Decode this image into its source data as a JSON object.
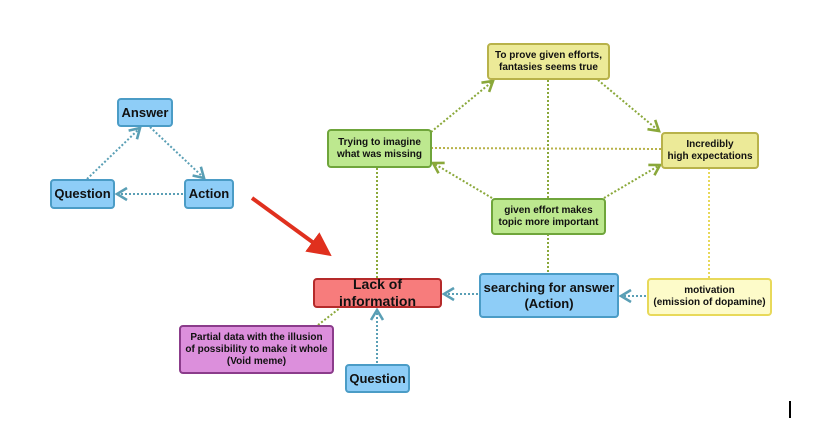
{
  "nodes": {
    "answer": "Answer",
    "question_left": "Question",
    "action": "Action",
    "trying": "Trying to imagine\nwhat was missing",
    "to_prove": "To prove given efforts,\nfantasies seems true",
    "incredibly": "Incredibly\nhigh expectations",
    "given_effort": "given effort makes\ntopic more important",
    "lack": "Lack of information",
    "searching": "searching for answer\n(Action)",
    "motivation": "motivation\n(emission of dopamine)",
    "partial": "Partial data with the illusion\nof possibility to make it whole\n(Void meme)",
    "question_bottom": "Question"
  },
  "colors": {
    "blue_edge": "#5a9fb5",
    "green_edge": "#8aa83a",
    "yellow_edge": "#d7cf5a",
    "arrow": "#e0301e"
  }
}
